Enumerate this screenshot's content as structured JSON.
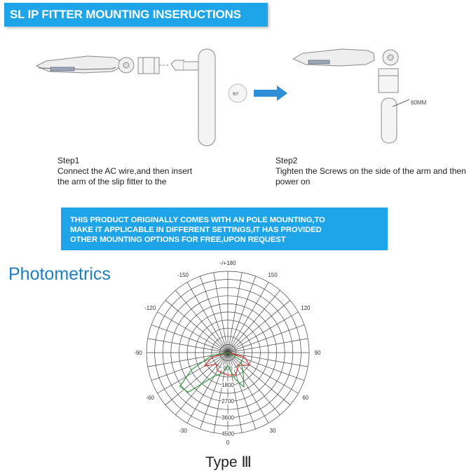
{
  "header": {
    "title": "SL IP FITTER MOUNTING INSERUCTIONS"
  },
  "step1": {
    "title": "Step1",
    "line1": "Connect the AC wire,and then insert",
    "line2": "the arm of the slip fitter to the"
  },
  "step2": {
    "title": "Step2",
    "line1": "Tighten the Screws on the side of the arm and then",
    "line2": "power on",
    "dimension": "60MM"
  },
  "rotation": {
    "label": "90°"
  },
  "notice": {
    "line1": "THIS PRODUCT ORIGINALLY COMES WITH AN POLE MOUNTING,TO",
    "line2": "MAKE IT APPLICABLE IN DIFFERENT SETTINGS,IT HAS PROVIDED",
    "line3": "OTHER MOUNTING OPTIONS FOR FREE,UPON REQUEST"
  },
  "photometrics": {
    "title": "Photometrics",
    "type_label": "Type Ⅲ"
  },
  "colors": {
    "accent": "#1ea4e8",
    "title_blue": "#1e7fc1",
    "curve_red": "#d43030",
    "curve_green": "#2e9a3c"
  },
  "chart_data": {
    "type": "polar",
    "angle_labels": [
      "-/+180",
      "-150",
      "150",
      "-120",
      "120",
      "-90",
      "90",
      "-60",
      "60",
      "-30",
      "30",
      "0"
    ],
    "radial_labels": [
      "900",
      "1800",
      "2700",
      "3600",
      "4500"
    ],
    "radial_max": 4500,
    "series": [
      {
        "color": "red",
        "points": [
          [
            0,
            1250
          ],
          [
            20,
            1300
          ],
          [
            40,
            900
          ],
          [
            60,
            1400
          ],
          [
            75,
            950
          ],
          [
            90,
            0
          ],
          [
            -30,
            1150
          ],
          [
            -45,
            900
          ],
          [
            -60,
            1500
          ],
          [
            -75,
            900
          ],
          [
            -90,
            0
          ]
        ]
      },
      {
        "color": "green",
        "points": [
          [
            0,
            700
          ],
          [
            15,
            1500
          ],
          [
            25,
            2100
          ],
          [
            35,
            1500
          ],
          [
            60,
            850
          ],
          [
            90,
            0
          ],
          [
            -15,
            1200
          ],
          [
            -30,
            1500
          ],
          [
            -45,
            3100
          ],
          [
            -55,
            3250
          ],
          [
            -65,
            2200
          ],
          [
            -80,
            900
          ],
          [
            -90,
            0
          ]
        ]
      }
    ]
  }
}
